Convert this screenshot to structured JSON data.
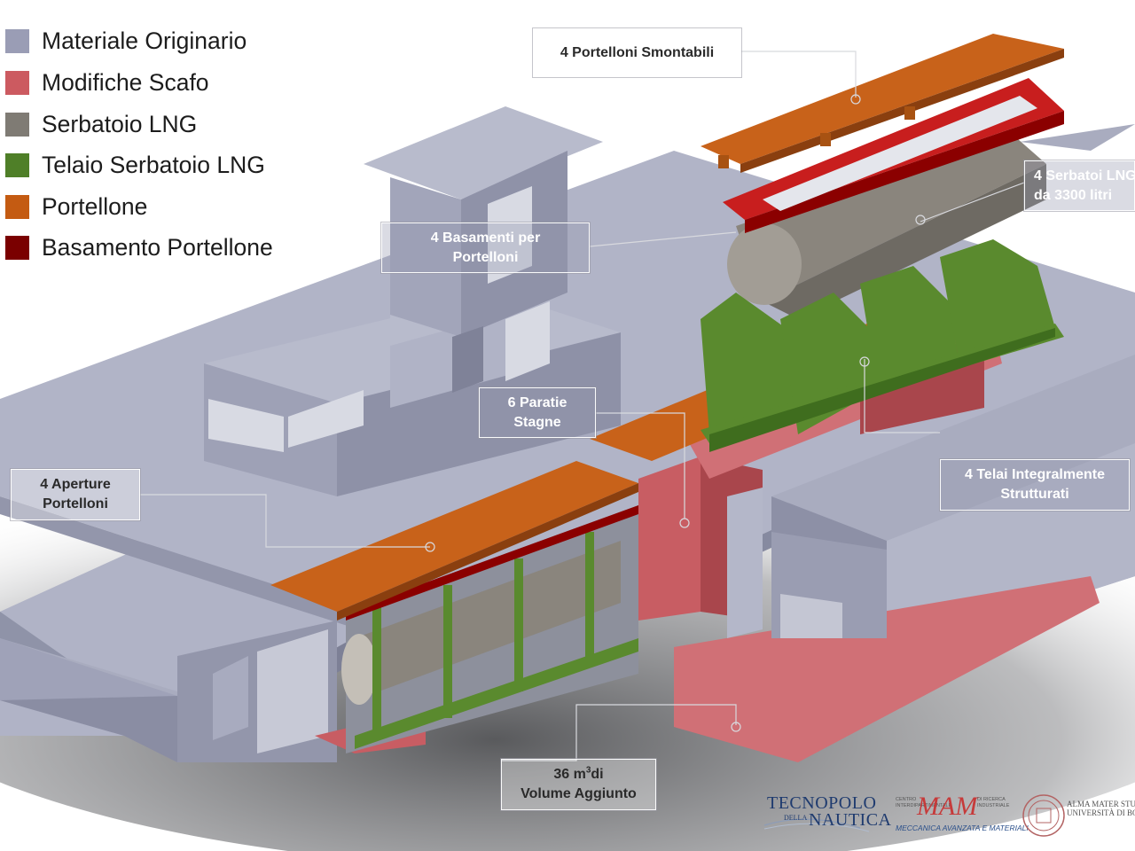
{
  "legend": {
    "items": [
      {
        "label": "Materiale Originario",
        "color": "#9a9db5"
      },
      {
        "label": "Modifiche Scafo",
        "color": "#cc5a60"
      },
      {
        "label": "Serbatoio LNG",
        "color": "#7f7b74"
      },
      {
        "label": "Telaio Serbatoio LNG",
        "color": "#4f7f28"
      },
      {
        "label": "Portellone",
        "color": "#c45b12"
      },
      {
        "label": "Basamento Portellone",
        "color": "#7a0000"
      }
    ]
  },
  "callouts": {
    "portelloni_smontabili": {
      "lines": [
        "4 Portelloni Smontabili"
      ]
    },
    "basamenti": {
      "lines": [
        "4 Basamenti per",
        "Portelloni"
      ]
    },
    "serbatoi": {
      "lines": [
        "4 Serbatoi LNG",
        "da 3300 litri"
      ]
    },
    "paratie": {
      "lines": [
        "6 Paratie",
        "Stagne"
      ]
    },
    "aperture": {
      "lines": [
        "4 Aperture",
        "Portelloni"
      ]
    },
    "telai": {
      "lines": [
        "4 Telai Integralmente",
        "Strutturati"
      ]
    },
    "volume": {
      "line1_prefix": "36 m",
      "line1_sup": "3",
      "line1_suffix": "di",
      "line2": "Volume Aggiunto"
    }
  },
  "logos": {
    "tecnopolo": {
      "top": "TECNOPOLO",
      "della": "DELLA",
      "bottom": "NAUTICA"
    },
    "mam": {
      "mark": "MAM",
      "left_text_1": "CENTRO",
      "left_text_2": "INTERDIPARTIMENTALE",
      "right_text_1": "DI RICERCA",
      "right_text_2": "INDUSTRIALE",
      "footer": "MECCANICA AVANZATA E MATERIALI"
    },
    "unibo": {
      "line1": "ALMA MATER STUDIORUM",
      "line2": "UNIVERSITÀ DI BOLOGNA"
    }
  }
}
